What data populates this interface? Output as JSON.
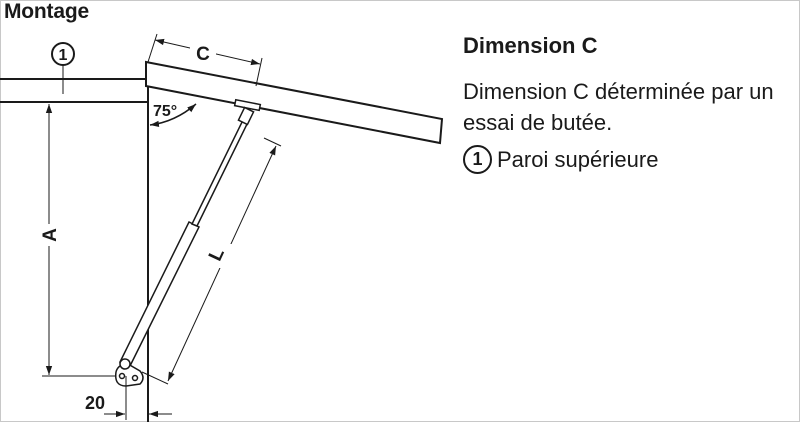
{
  "heading": "Montage",
  "panel": {
    "title": "Dimension C",
    "description": "Dimension C déterminée par un essai de butée.",
    "legend_number": "1",
    "legend_text": "Paroi supérieure"
  },
  "diagram": {
    "callout_number": "1",
    "dim_c": "C",
    "dim_a": "A",
    "dim_l": "L",
    "dim_20": "20",
    "angle": "75°"
  }
}
